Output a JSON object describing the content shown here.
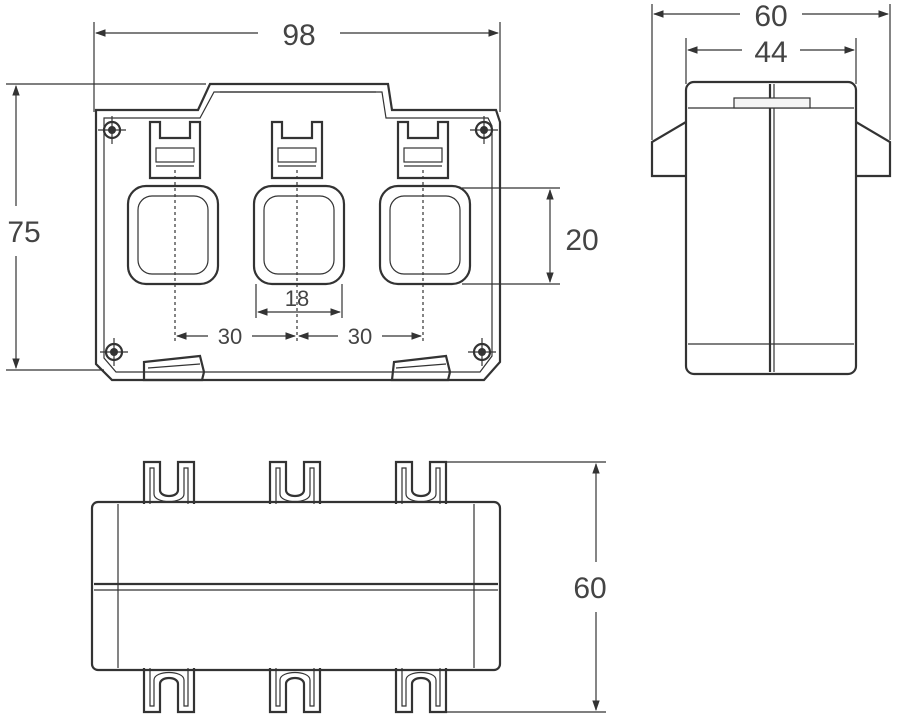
{
  "dimensions": {
    "front_width": "98",
    "front_height": "75",
    "window_height": "20",
    "window_width": "18",
    "pitch_left": "30",
    "pitch_right": "30",
    "side_width": "60",
    "side_inner_width": "44",
    "bottom_depth": "60"
  },
  "colors": {
    "line": "#333333",
    "text": "#444444",
    "background": "#ffffff"
  }
}
